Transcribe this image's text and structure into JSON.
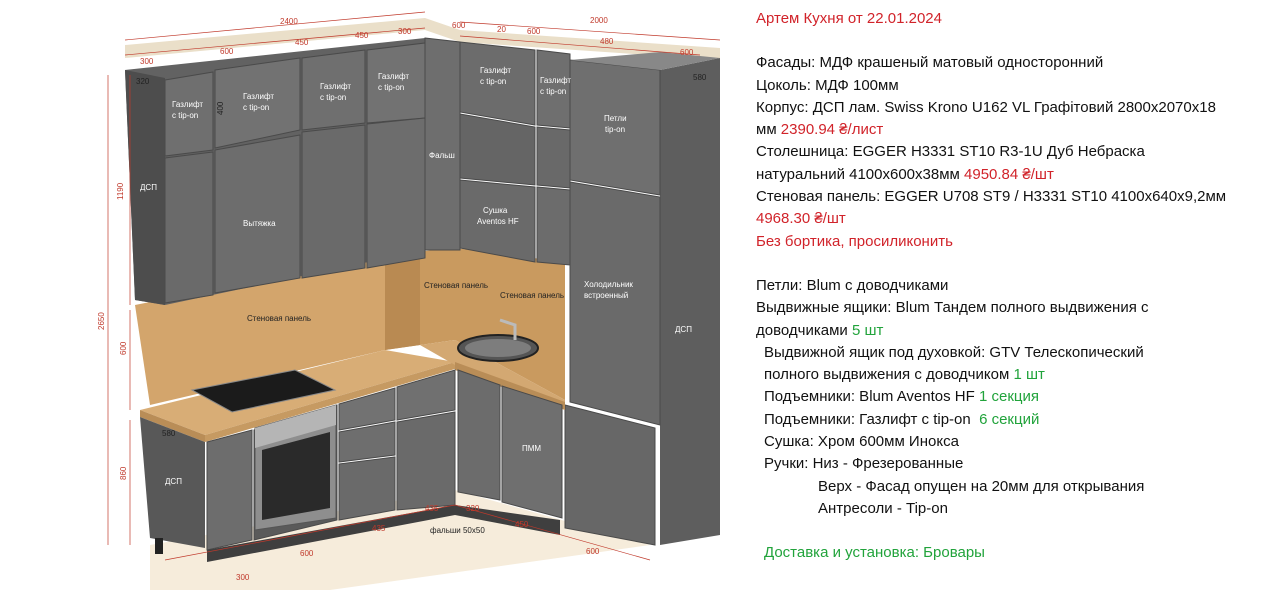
{
  "title": "Артем Кухня от 22.01.2024",
  "specs": {
    "facades": "Фасады: МДФ крашеный матовый односторонний",
    "plinth": "Цоколь: МДФ 100мм",
    "body_1": "Корпус: ДСП лам. Swiss Krono U162 VL Графітовий 2800x2070x18",
    "body_2": "мм",
    "body_price": "2390.94 ₴/лист",
    "top_1": "Столешница: EGGER H3331 ST10 R3-1U Дуб Небраска",
    "top_2": "натуральний 4100x600x38мм",
    "top_price": "4950.84 ₴/шт",
    "panel_1": "Стеновая панель: EGGER U708 ST9 / H3331 ST10 4100x640x9,2мм",
    "panel_price": "4968.30 ₴/шт",
    "no_edge": "Без бортика, просиликонить",
    "hinges": "Петли: Blum с доводчиками",
    "drawers_1": "Выдвижные ящики: Blum Тандем полного выдвижения с",
    "drawers_2": "доводчиками",
    "drawers_qty": "5 шт",
    "oven_drawer_1": "Выдвижной ящик под духовкой: GTV Телескопический",
    "oven_drawer_2": "полного выдвижения с доводчиком",
    "oven_drawer_qty": "1 шт",
    "lifts_hf": "Подъемники: Blum Aventos HF",
    "lifts_hf_qty": "1 секция",
    "lifts_gas": "Подъемники: Газлифт с tip-on",
    "lifts_gas_qty": "6 секций",
    "dryer": "Сушка: Хром 600мм Инокса",
    "handles_1": "Ручки: Низ - Фрезерованные",
    "handles_2": "Верх - Фасад опущен на 20мм для открывания",
    "handles_3": "Антресоли - Tip-on",
    "delivery": "Доставка и установка: Бровары"
  },
  "drawing_labels": {
    "gaslift": "Газлифт",
    "tipon": "с tip-on",
    "dsp": "ДСП",
    "hood": "Вытяжка",
    "falsh": "Фальш",
    "dryer_1": "Сушка",
    "dryer_2": "Aventos HF",
    "hinges_1": "Петли",
    "hinges_2": "tip-on",
    "fridge_1": "Холодильник",
    "fridge_2": "встроенный",
    "wall_panel": "Стеновая панель",
    "dishwasher": "ПММ",
    "falsh_50": "фальши 50x50"
  },
  "dimensions": {
    "w2400": "2400",
    "w2000": "2000",
    "w600a": "600",
    "w20": "20",
    "t300a": "300",
    "t600": "600",
    "t450a": "450",
    "t450b": "450",
    "t300b": "300",
    "t600c": "600",
    "t480": "480",
    "t600d": "600",
    "h320": "320",
    "h400": "400",
    "h580a": "580",
    "h1190": "1190",
    "h2650": "2650",
    "h600": "600",
    "h860": "860",
    "h580b": "580",
    "b435a": "435",
    "b435b": "435",
    "b320": "320",
    "b450": "450",
    "b600a": "600",
    "b300": "300",
    "b600b": "600"
  },
  "colors": {
    "cabinet": "#6c6c6c",
    "cabinet_dark": "#505050",
    "wood": "#d6ab73",
    "floor": "#f3e8d4",
    "accent_red": "#d1232a",
    "accent_green": "#21a33b"
  }
}
